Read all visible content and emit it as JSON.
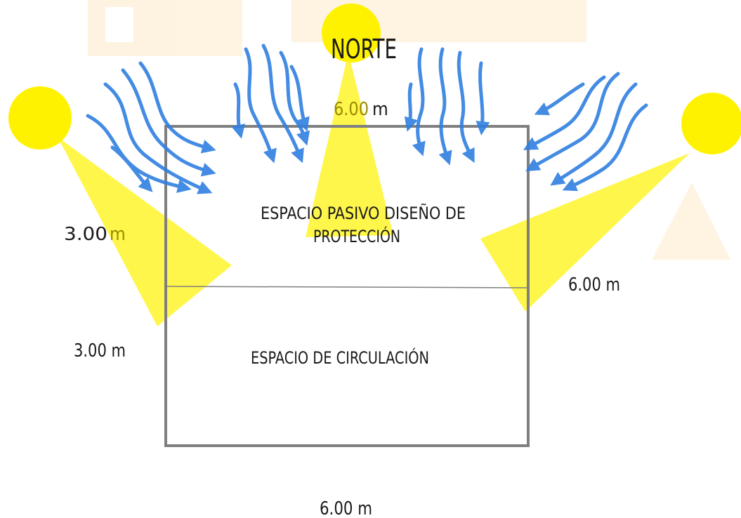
{
  "labels": {
    "north": "NORTE",
    "top_dim_value": "6.00",
    "top_dim_unit": "m",
    "left_upper_value": "3.00",
    "left_upper_unit": "m",
    "left_lower": "3.00 m",
    "right_dim": "6.00 m",
    "bottom_dim": "6.00 m",
    "upper_space_line1": "ESPACIO PASIVO DISEÑO DE",
    "upper_space_line2": "PROTECCIÓN",
    "lower_space": "ESPACIO DE CIRCULACIÓN"
  },
  "colors": {
    "sun": "#fff200",
    "wall": "#7f7f7f",
    "wind": "#2f7fe0",
    "text": "#1a1a1a",
    "accent_text": "#9a8a00",
    "watermark": "#fdebc8"
  },
  "icons": {
    "sun": "sun-icon",
    "wind": "wind-arrow-icon"
  }
}
